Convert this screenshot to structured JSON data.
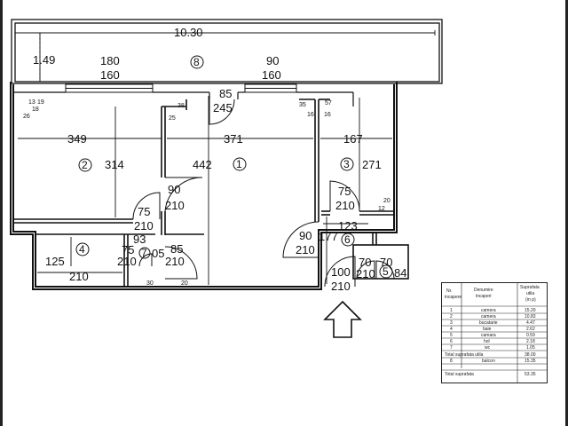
{
  "dimensions": {
    "total_width": "10.30",
    "balcony_depth": "1.49",
    "window_left_w": "180",
    "window_left_h": "160",
    "window_right_w": "90",
    "window_right_h": "160",
    "door_top_w": "85",
    "door_top_h": "245",
    "room2_width": "349",
    "room2_depth": "314",
    "room1_width": "371",
    "room1_depth": "442",
    "room3_width": "167",
    "room3_depth": "271",
    "door_r2_w": "90",
    "door_r2_h": "210",
    "door_bath_w": "75",
    "door_bath_h": "210",
    "door_wc_a_w": "75",
    "door_wc_a_h": "210",
    "door_wc_b_w": "85",
    "door_wc_b_h": "210",
    "door_kitchen_w": "75",
    "door_kitchen_h": "210",
    "hall_w": "123",
    "hall_d": "177",
    "door_hall_w": "90",
    "door_hall_h": "210",
    "entry_w": "100",
    "entry_h": "210",
    "closet_w1": "70",
    "closet_w2": "70",
    "closet_h": "210",
    "closet_d": "84",
    "room4_w": "125",
    "room4_d": "210",
    "small_93": "93",
    "small_05": "05",
    "small_13": "13",
    "small_19": "19",
    "small_18": "18",
    "small_26": "26",
    "small_38": "38",
    "small_25": "25",
    "small_35": "35",
    "small_16": "16",
    "small_57": "57",
    "small_16b": "16",
    "small_20": "20",
    "small_12": "12",
    "small_30": "30",
    "small_20b": "20"
  },
  "rooms": {
    "r1": "1",
    "r2": "2",
    "r3": "3",
    "r4": "4",
    "r5": "5",
    "r6": "6",
    "r7": "7",
    "r8": "8"
  },
  "legend": {
    "col_nr": "Nr.",
    "col_nr2": "incapere",
    "col_name": "Denumire",
    "col_name2": "incaperi",
    "col_area": "Suprafata",
    "col_area2": "utila",
    "col_area3": "(m p)",
    "rows": [
      {
        "nr": "1",
        "name": "camera",
        "area": "15.20"
      },
      {
        "nr": "2",
        "name": "camera",
        "area": "10.83"
      },
      {
        "nr": "3",
        "name": "bucatarie",
        "area": "4.47"
      },
      {
        "nr": "4",
        "name": "baie",
        "area": "2.62"
      },
      {
        "nr": "5",
        "name": "camara",
        "area": "0.59"
      },
      {
        "nr": "6",
        "name": "hol",
        "area": "2.18"
      },
      {
        "nr": "7",
        "name": "wc",
        "area": "1.05"
      }
    ],
    "total_util_label": "Total suprafata utila",
    "total_util_value": "38.00",
    "balcony_nr": "8",
    "balcony_name": "balcon",
    "balcony_value": "15.35",
    "total_label": "Total suprafata",
    "total_value": "53.35"
  }
}
